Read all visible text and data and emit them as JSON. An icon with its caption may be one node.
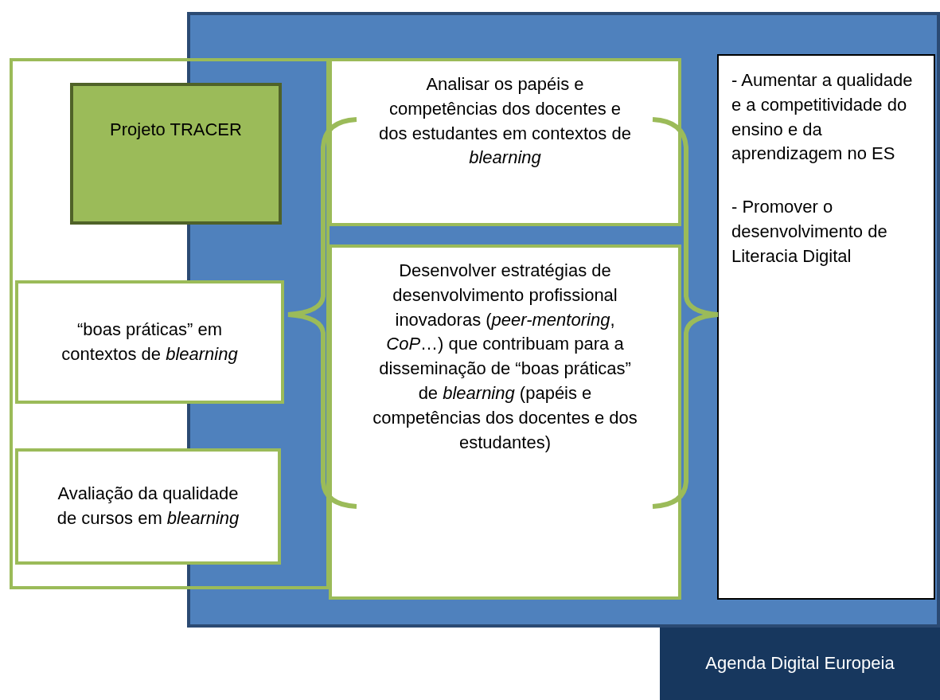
{
  "diagram": {
    "nodes": [
      {
        "text": [],
        "shape": "box"
      },
      {
        "text": [],
        "shape": "box"
      },
      {
        "text": [
          "Projeto TRACER"
        ],
        "in": 1
      },
      {
        "text": [
          "Analisar os papéis e competências dos docentes e dos estudantes em contextos de *blearning*"
        ],
        "in": 0
      },
      {
        "text": [
          "“boas práticas” em contextos de *blearning*"
        ],
        "in": 1
      },
      {
        "text": [
          "Desenvolver estratégias de desenvolvimento profissional inovadoras (*peer-mentoring*, *CoP*…) que contribuam para a disseminação de “boas práticas” de *blearning* (papéis e competências dos docentes e dos estudantes)"
        ],
        "in": 0
      },
      {
        "text": [
          "Avaliação da qualidade de cursos em *blearning*"
        ],
        "in": 1
      },
      {
        "text": [
          "- Aumentar a qualidade e a competitividade do ensino e da aprendizagem no ES",
          "- Promover o desenvolvimento de Literacia Digital"
        ],
        "in": 0
      },
      {
        "text": [
          "Agenda Digital Europeia"
        ]
      }
    ],
    "edges": []
  }
}
